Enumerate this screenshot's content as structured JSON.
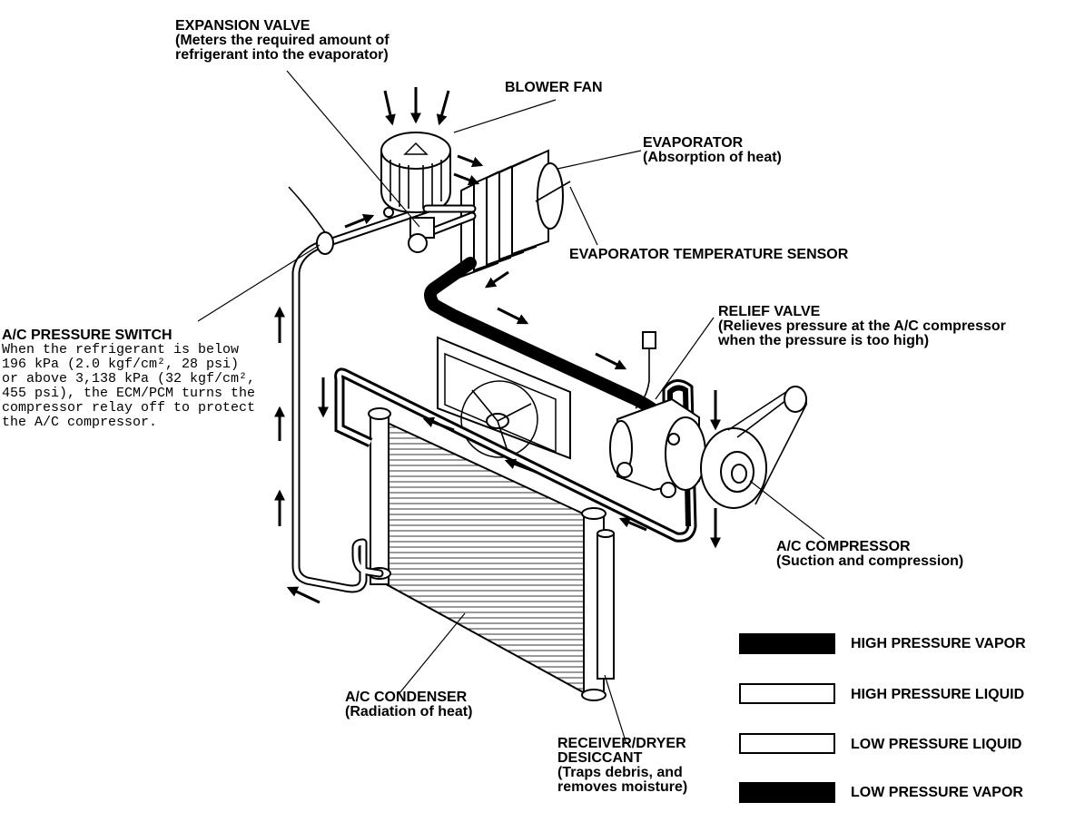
{
  "labels": {
    "expansion_valve": {
      "title": "EXPANSION VALVE",
      "line1": "(Meters the required amount of",
      "line2": "refrigerant into the evaporator)"
    },
    "blower_fan": {
      "title": "BLOWER FAN"
    },
    "evaporator": {
      "title": "EVAPORATOR",
      "line1": "(Absorption of heat)"
    },
    "evaporator_sensor": {
      "title": "EVAPORATOR TEMPERATURE SENSOR"
    },
    "relief_valve": {
      "title": "RELIEF VALVE",
      "line1": "(Relieves pressure at the A/C compressor",
      "line2": "when the pressure is too high)"
    },
    "pressure_switch": {
      "title": "A/C PRESSURE SWITCH",
      "lines": [
        "When the refrigerant is below",
        "196 kPa (2.0 kgf/cm², 28 psi)",
        "or above 3,138 kPa (32 kgf/cm²,",
        "455 psi), the ECM/PCM turns the",
        "compressor relay off to protect",
        "the A/C compressor."
      ]
    },
    "compressor": {
      "title": "A/C COMPRESSOR",
      "line1": "(Suction and compression)"
    },
    "condenser": {
      "title": "A/C CONDENSER",
      "line1": "(Radiation of heat)"
    },
    "receiver": {
      "title": "RECEIVER/DRYER",
      "line1": "DESICCANT",
      "line2": "(Traps debris, and",
      "line3": "removes moisture)"
    }
  },
  "legend": [
    {
      "label": "HIGH PRESSURE VAPOR",
      "fill": "#000000"
    },
    {
      "label": "HIGH PRESSURE LIQUID",
      "fill": "#ffffff"
    },
    {
      "label": "LOW PRESSURE LIQUID",
      "fill": "#ffffff"
    },
    {
      "label": "LOW PRESSURE VAPOR",
      "fill": "#000000"
    }
  ]
}
